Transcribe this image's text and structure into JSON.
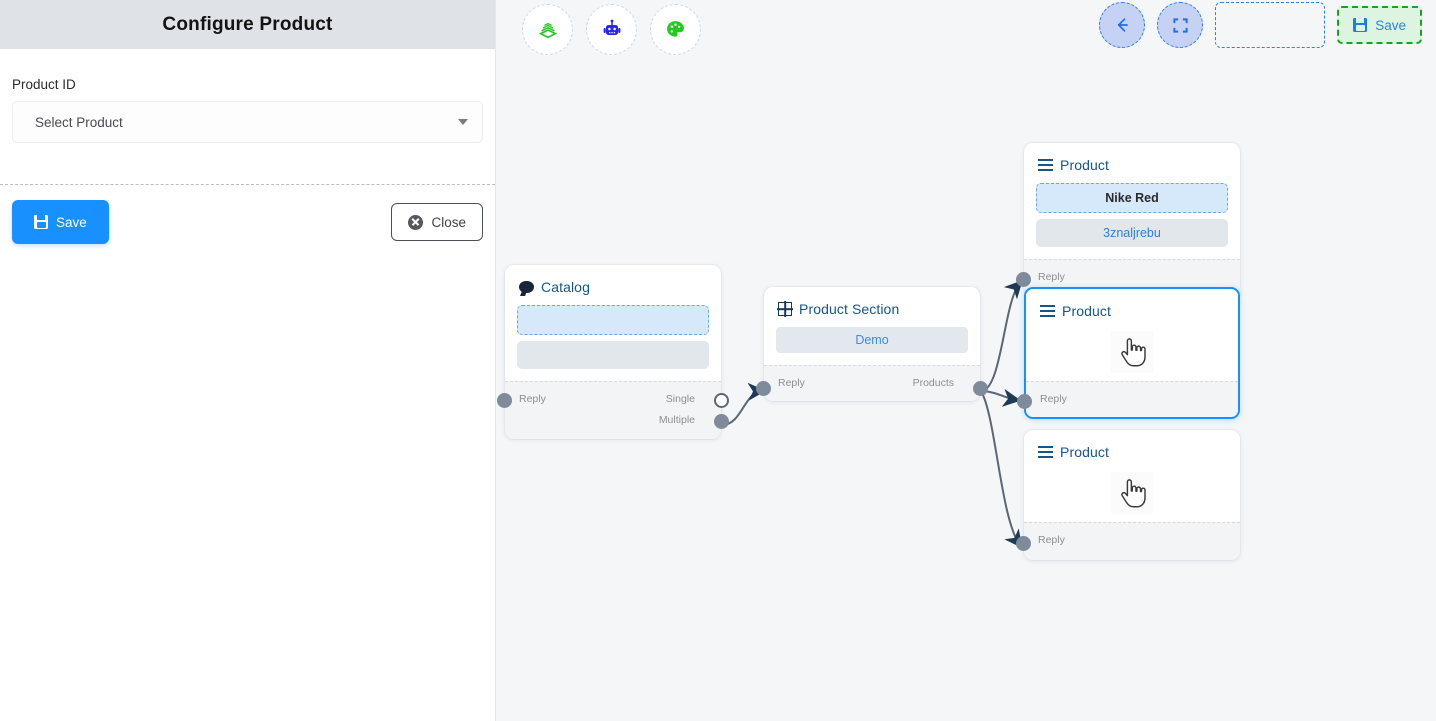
{
  "panel": {
    "title": "Configure Product",
    "field_label": "Product ID",
    "select_value": "Select Product",
    "save_label": "Save",
    "close_label": "Close"
  },
  "toolbar": {
    "tools": [
      {
        "name": "layers-stack-icon",
        "label": ""
      },
      {
        "name": "robot-icon",
        "label": ""
      },
      {
        "name": "palette-icon",
        "label": ""
      }
    ],
    "back_icon": "arrow-left-icon",
    "fit_icon": "fit-to-screen-icon",
    "save_label": "Save"
  },
  "canvas": {
    "nodes": [
      {
        "id": "catalog",
        "title": "Catalog",
        "icon": "speech-bubble-icon",
        "items": [
          {
            "text": "",
            "style": "dashed"
          },
          {
            "text": "",
            "style": "gray"
          }
        ],
        "ports_in": [
          "Reply"
        ],
        "ports_out": [
          "Single",
          "Multiple"
        ]
      },
      {
        "id": "product-section",
        "title": "Product Section",
        "icon": "grid-icon",
        "items": [
          {
            "text": "Demo",
            "style": "item"
          }
        ],
        "ports_in": [
          "Reply"
        ],
        "ports_out": [
          "Products"
        ]
      },
      {
        "id": "product-1",
        "title": "Product",
        "icon": "hamburger-icon",
        "items": [
          {
            "text": "Nike Red",
            "style": "dashed"
          },
          {
            "text": "3znaljrebu",
            "style": "gray"
          }
        ],
        "ports_in": [
          "Reply"
        ],
        "ports_out": []
      },
      {
        "id": "product-2",
        "title": "Product",
        "icon": "hamburger-icon",
        "selected": true,
        "items": [],
        "ports_in": [
          "Reply"
        ],
        "ports_out": []
      },
      {
        "id": "product-3",
        "title": "Product",
        "icon": "hamburger-icon",
        "items": [],
        "ports_in": [
          "Reply"
        ],
        "ports_out": []
      }
    ]
  },
  "colors": {
    "accent_blue": "#1890ff",
    "node_title": "#16558a",
    "canvas_bg": "#f4f6f8",
    "panel_header_bg": "#dfe2e7",
    "save_top_green": "#13a422",
    "edge_stroke": "#5b6676"
  }
}
